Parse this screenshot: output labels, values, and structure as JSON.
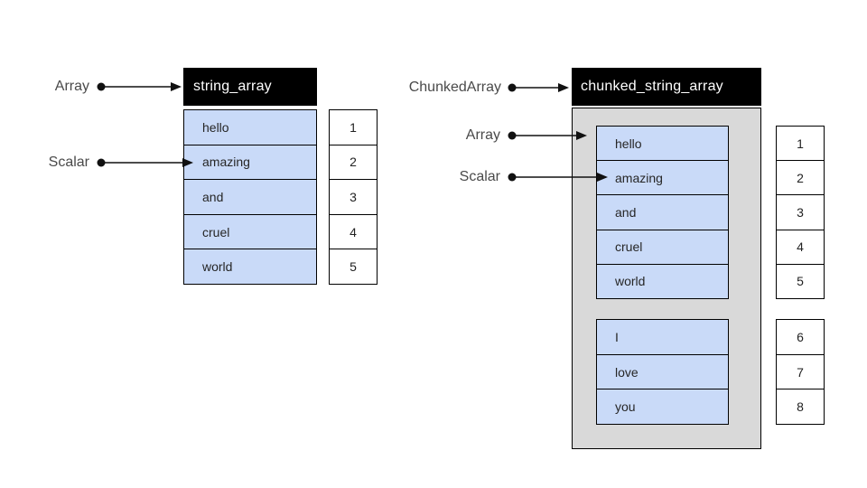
{
  "left": {
    "pointer_labels": {
      "array": "Array",
      "scalar": "Scalar"
    },
    "header": "string_array",
    "cells": [
      "hello",
      "amazing",
      "and",
      "cruel",
      "world"
    ],
    "indices": [
      "1",
      "2",
      "3",
      "4",
      "5"
    ]
  },
  "right": {
    "pointer_labels": {
      "chunked_array": "ChunkedArray",
      "array": "Array",
      "scalar": "Scalar"
    },
    "header": "chunked_string_array",
    "chunks": [
      {
        "cells": [
          "hello",
          "amazing",
          "and",
          "cruel",
          "world"
        ]
      },
      {
        "cells": [
          "I",
          "love",
          "you"
        ]
      }
    ],
    "indices": [
      [
        "1",
        "2",
        "3",
        "4",
        "5"
      ],
      [
        "6",
        "7",
        "8"
      ]
    ]
  },
  "colors": {
    "header_bg": "#000000",
    "header_text": "#ffffff",
    "cell_fill": "#c9daf8",
    "cell_border": "#000000",
    "container_fill": "#d9d9d9",
    "label_text": "#4a4a4a",
    "arrow": "#111111"
  }
}
